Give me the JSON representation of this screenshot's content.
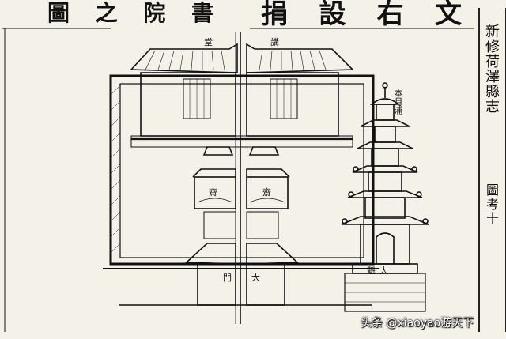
{
  "title_right": [
    "捐",
    "設",
    "右",
    "文"
  ],
  "title_left": [
    "圖",
    "之",
    "院",
    "書"
  ],
  "margin": {
    "book_title": "新修荷澤縣志",
    "chapter": "圖考十"
  },
  "labels": {
    "pagoda_top": "本月浦",
    "hall_left": "齋",
    "hall_right": "齋",
    "gate_plaque": "大",
    "pagoda_base": "魁",
    "upper_left": "堂",
    "upper_right": "講",
    "gate_left": "門",
    "gate_right": "大"
  },
  "watermark": "头条 @xiaoyao游天下"
}
